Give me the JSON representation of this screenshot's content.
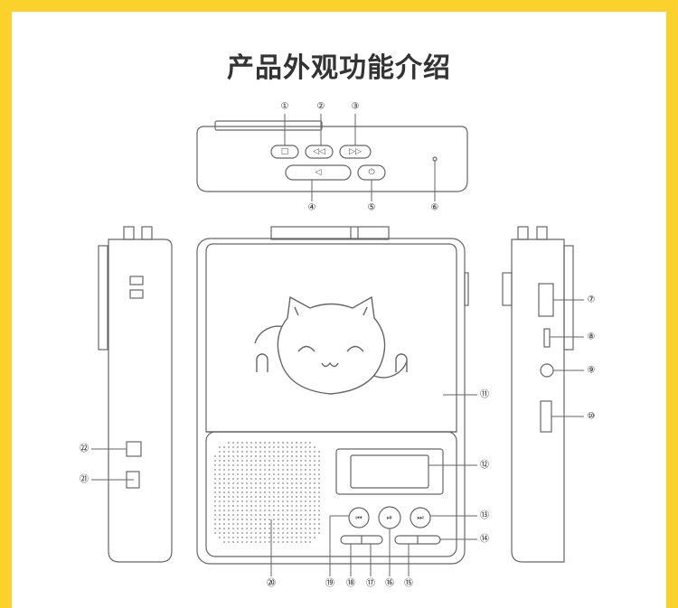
{
  "title": "产品外观功能介绍",
  "callouts": [
    "①",
    "②",
    "③",
    "④",
    "⑤",
    "⑥",
    "⑦",
    "⑧",
    "⑨",
    "⑩",
    "⑪",
    "⑫",
    "⑬",
    "⑭",
    "⑮",
    "⑯",
    "⑰",
    "⑱",
    "⑲",
    "⑳",
    "㉑",
    "㉒"
  ],
  "button_icons": {
    "stop": "□",
    "rewind": "◁◁",
    "fast_forward": "▷▷",
    "play": "◁",
    "power": "⏻",
    "prev": "⏮",
    "play_pause": "⏯",
    "next": "⏭"
  },
  "colors": {
    "border": "#fbd12b",
    "line": "#666666",
    "text": "#333333"
  }
}
